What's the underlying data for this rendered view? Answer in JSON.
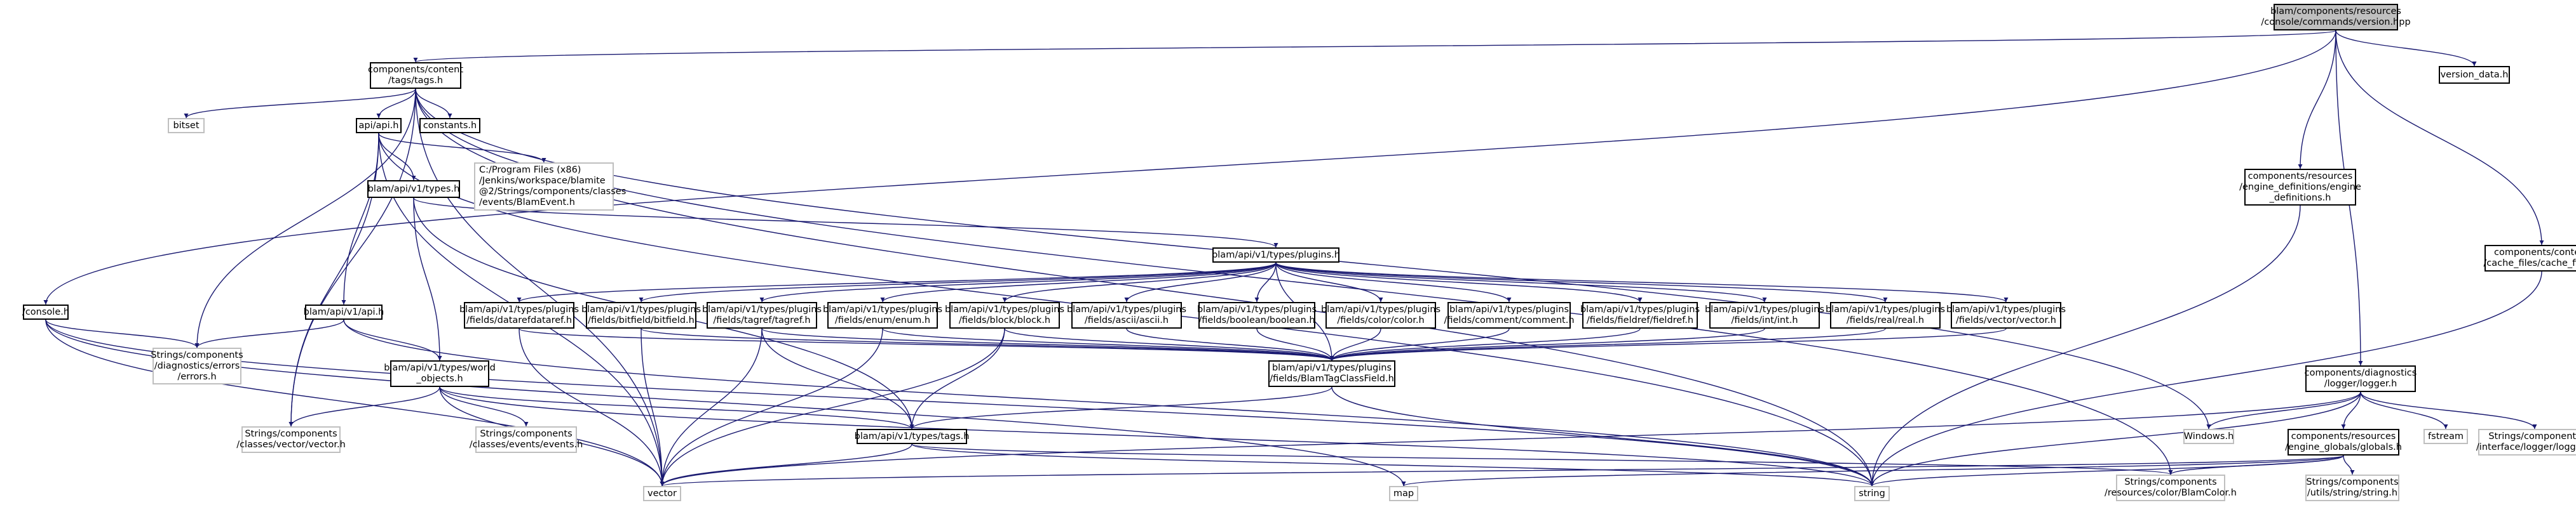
{
  "colors": {
    "edge": "#191970",
    "node_border": "#000000",
    "external_border": "#bfbfbf",
    "root_fill": "#bfbfbf"
  },
  "nodes": {
    "version_hpp": [
      "blam/components/resources",
      "/console/commands/version.hpp"
    ],
    "tags_h": [
      "components/content",
      "/tags/tags.h"
    ],
    "version_data_h": [
      "version_data.h"
    ],
    "bitset": [
      "bitset"
    ],
    "constants_h": [
      "constants.h"
    ],
    "api_h": [
      "api/api.h"
    ],
    "blam_event_h": [
      "C:/Program Files (x86)",
      "/Jenkins/workspace/blamite",
      "@2/Strings/components/classes",
      "/events/BlamEvent.h"
    ],
    "types_h": [
      "blam/api/v1/types.h"
    ],
    "engine_definitions_h": [
      "components/resources",
      "/engine_definitions/engine",
      "_definitions.h"
    ],
    "plugins_h": [
      "blam/api/v1/types/plugins.h"
    ],
    "cache_files_h": [
      "components/content",
      "/cache_files/cache_files.h"
    ],
    "console_h": [
      "/console.h"
    ],
    "api_v1_h": [
      "blam/api/v1/api.h"
    ],
    "errors_h": [
      "Strings/components",
      "/diagnostics/errors",
      "/errors.h"
    ],
    "world_objects_h": [
      "blam/api/v1/types/world",
      "_objects.h"
    ],
    "vector_h": [
      "Strings/components",
      "/classes/vector/vector.h"
    ],
    "events_h": [
      "Strings/components",
      "/classes/events/events.h"
    ],
    "datarefdataref_h": [
      "blam/api/v1/types/plugins",
      "/fields/datarefdataref.h"
    ],
    "bitfield_h": [
      "blam/api/v1/types/plugins",
      "/fields/bitfield/bitfield.h"
    ],
    "tagref_h": [
      "blam/api/v1/types/plugins",
      "/fields/tagref/tagref.h"
    ],
    "enum_h": [
      "blam/api/v1/types/plugins",
      "/fields/enum/enum.h"
    ],
    "block_h": [
      "blam/api/v1/types/plugins",
      "/fields/block/block.h"
    ],
    "ascii_h": [
      "blam/api/v1/types/plugins",
      "/fields/ascii/ascii.h"
    ],
    "boolean_h": [
      "blam/api/v1/types/plugins",
      "/fields/boolean/boolean.h"
    ],
    "color_h": [
      "blam/api/v1/types/plugins",
      "/fields/color/color.h"
    ],
    "comment_h": [
      "blam/api/v1/types/plugins",
      "/fields/comment/comment.h"
    ],
    "fieldref_h": [
      "blam/api/v1/types/plugins",
      "/fields/fieldref/fieldref.h"
    ],
    "int_h": [
      "blam/api/v1/types/plugins",
      "/fields/int/int.h"
    ],
    "real_h": [
      "blam/api/v1/types/plugins",
      "/fields/real/real.h"
    ],
    "vector_field_h": [
      "blam/api/v1/types/plugins",
      "/fields/vector/vector.h"
    ],
    "blam_tag_class_field_h": [
      "blam/api/v1/types/plugins",
      "/fields/BlamTagClassField.h"
    ],
    "logger_h": [
      "components/diagnostics",
      "/logger/logger.h"
    ],
    "windows_h": [
      "Windows.h"
    ],
    "fstream": [
      "fstream"
    ],
    "interface_logger_h": [
      "Strings/components",
      "/interface/logger/logger.h"
    ],
    "tags_api_h": [
      "blam/api/v1/types/tags.h"
    ],
    "globals_h": [
      "components/resources",
      "/engine_globals/globals.h"
    ],
    "vector": [
      "vector"
    ],
    "map": [
      "map"
    ],
    "string": [
      "string"
    ],
    "blam_color_h": [
      "Strings/components",
      "/resources/color/BlamColor.h"
    ],
    "string_h": [
      "Strings/components",
      "/utils/string/string.h"
    ]
  }
}
